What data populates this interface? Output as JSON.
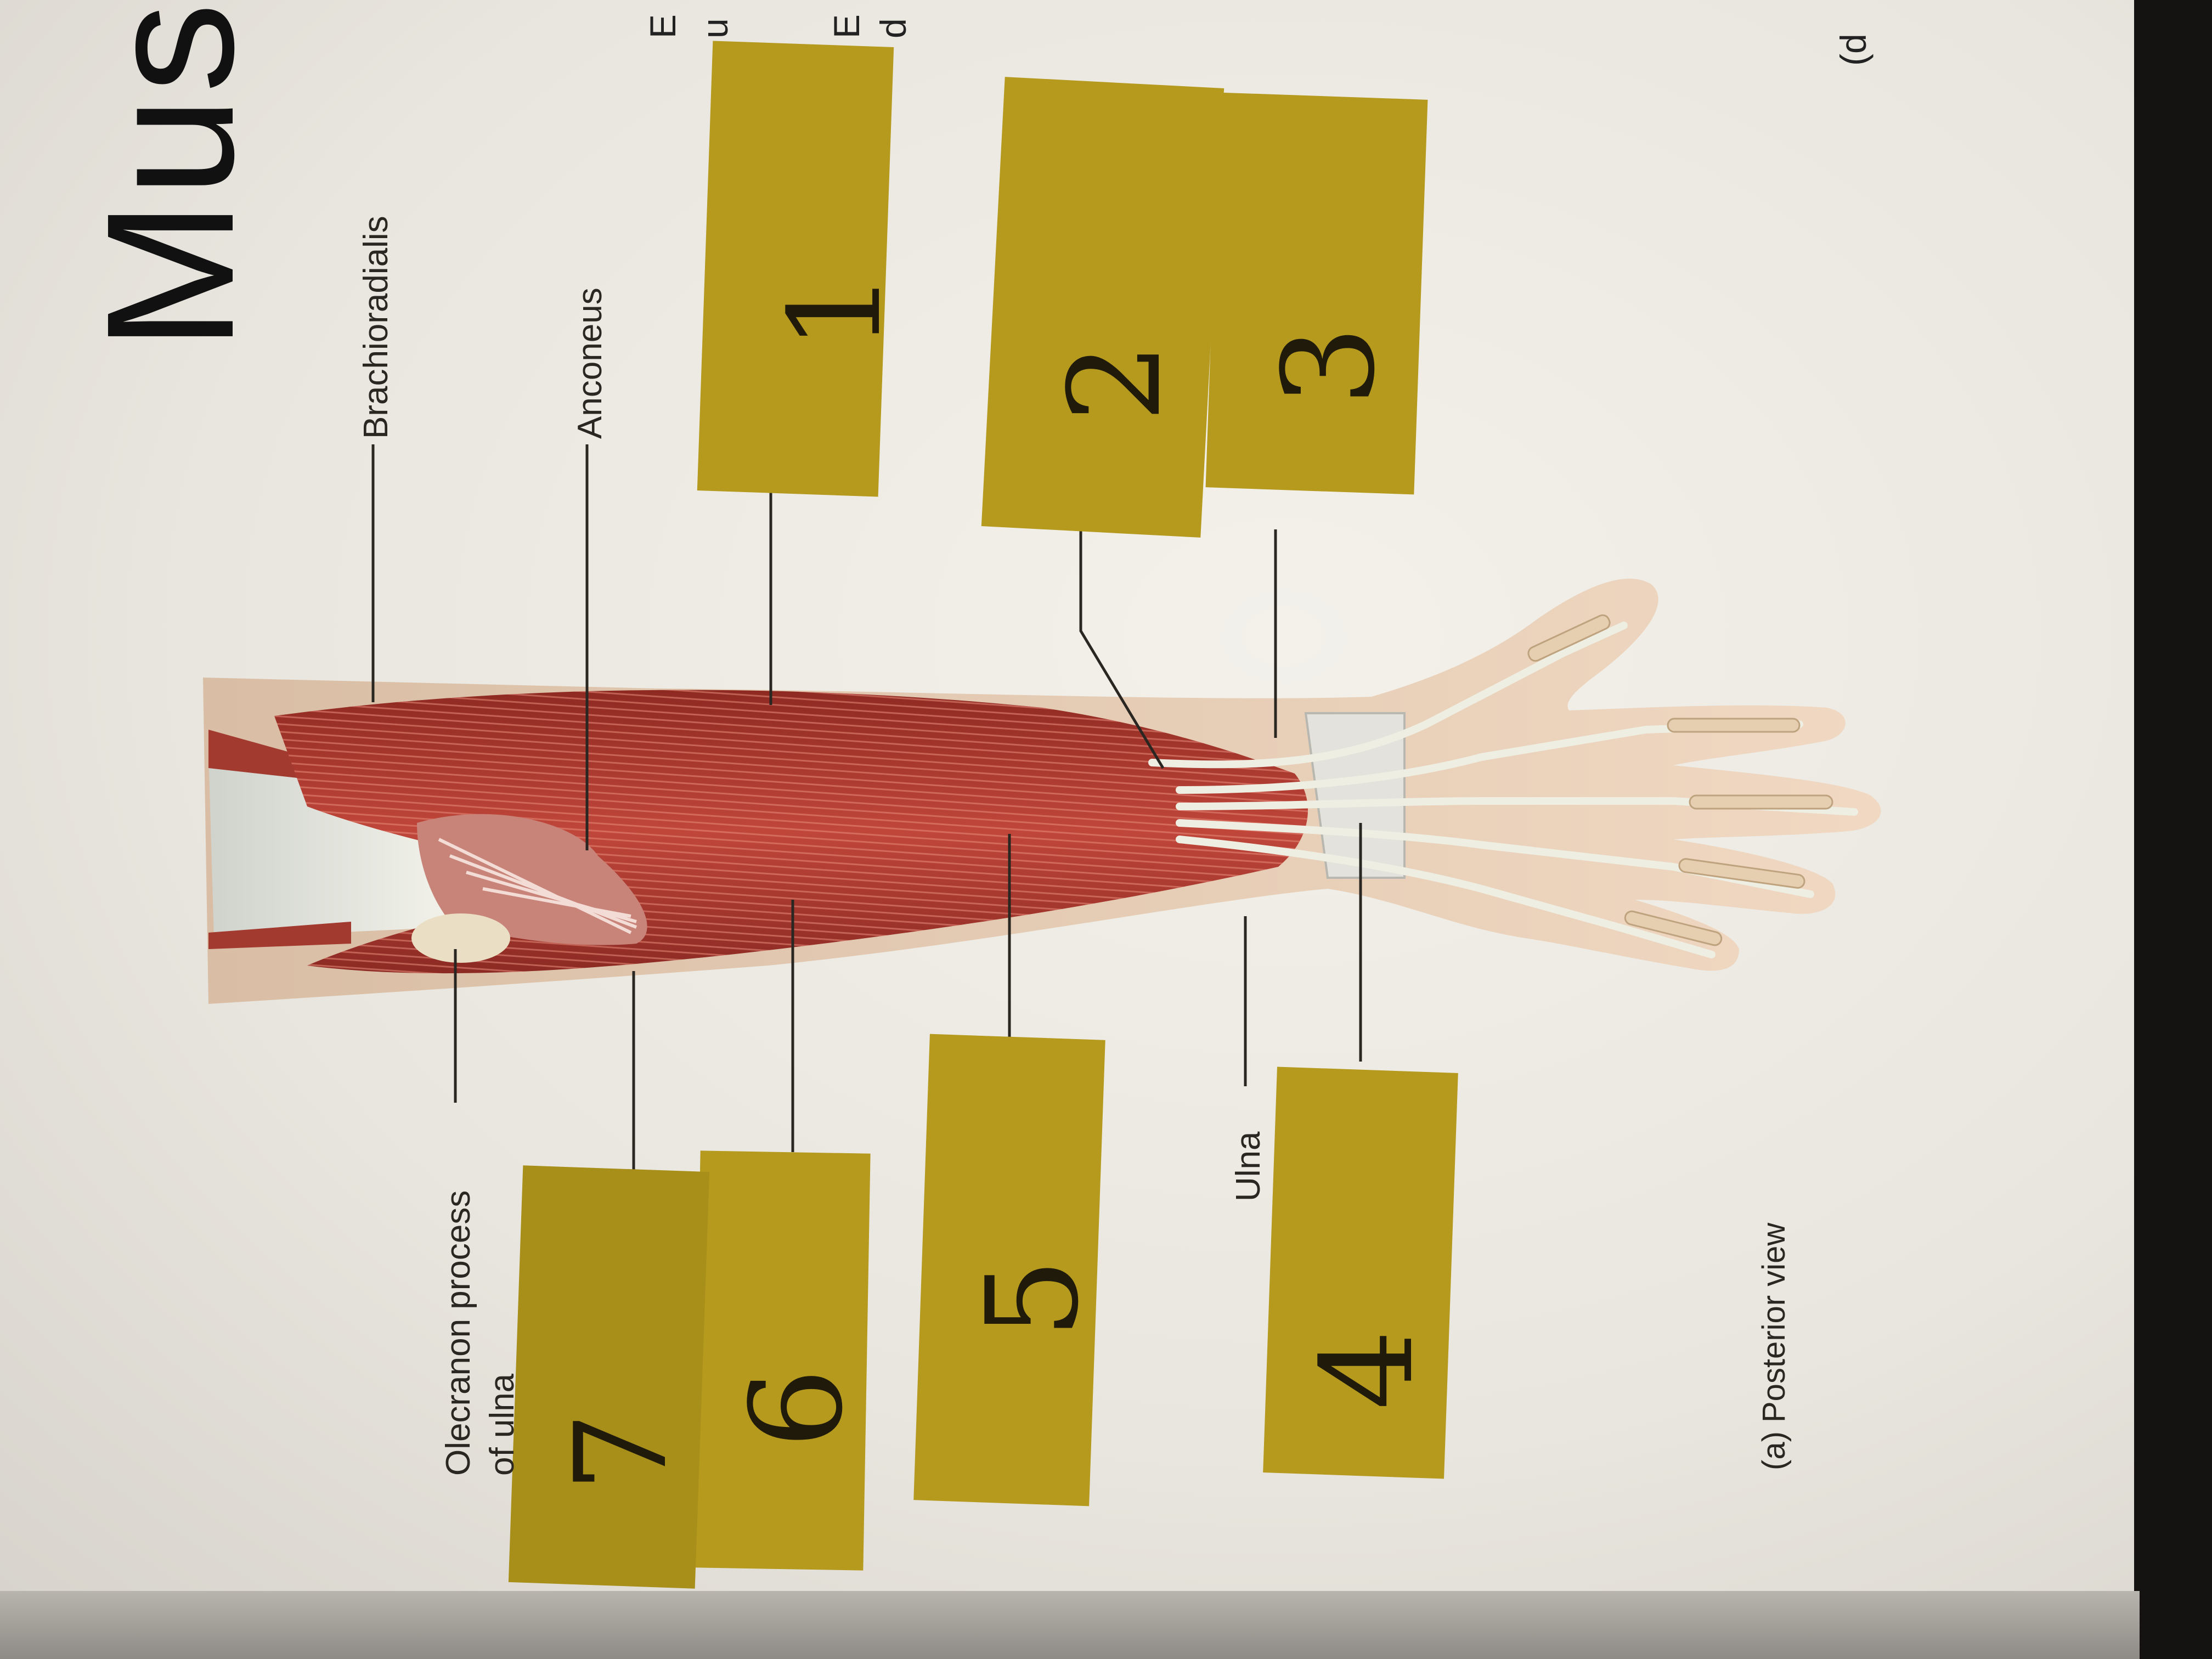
{
  "page": {
    "title": "Mus",
    "caption": "(a) Posterior view",
    "edge_right": "(d",
    "edge_top_lines": [
      "E",
      "u",
      "E",
      "d"
    ]
  },
  "labels": {
    "brachioradialis": "Brachioradialis",
    "anconeus": "Anconeus",
    "olecranon_line1": "Olecranon process",
    "olecranon_line2": "of ulna",
    "ulna": "Ulna"
  },
  "sticky_notes": [
    {
      "number": "1"
    },
    {
      "number": "2"
    },
    {
      "number": "3"
    },
    {
      "number": "4"
    },
    {
      "number": "5"
    },
    {
      "number": "6"
    },
    {
      "number": "7"
    }
  ],
  "colors": {
    "sticky_note": "#b59a1e",
    "muscle": "#a8352c",
    "tendon": "#e8e6dc",
    "skin": "#e9cdb3"
  }
}
